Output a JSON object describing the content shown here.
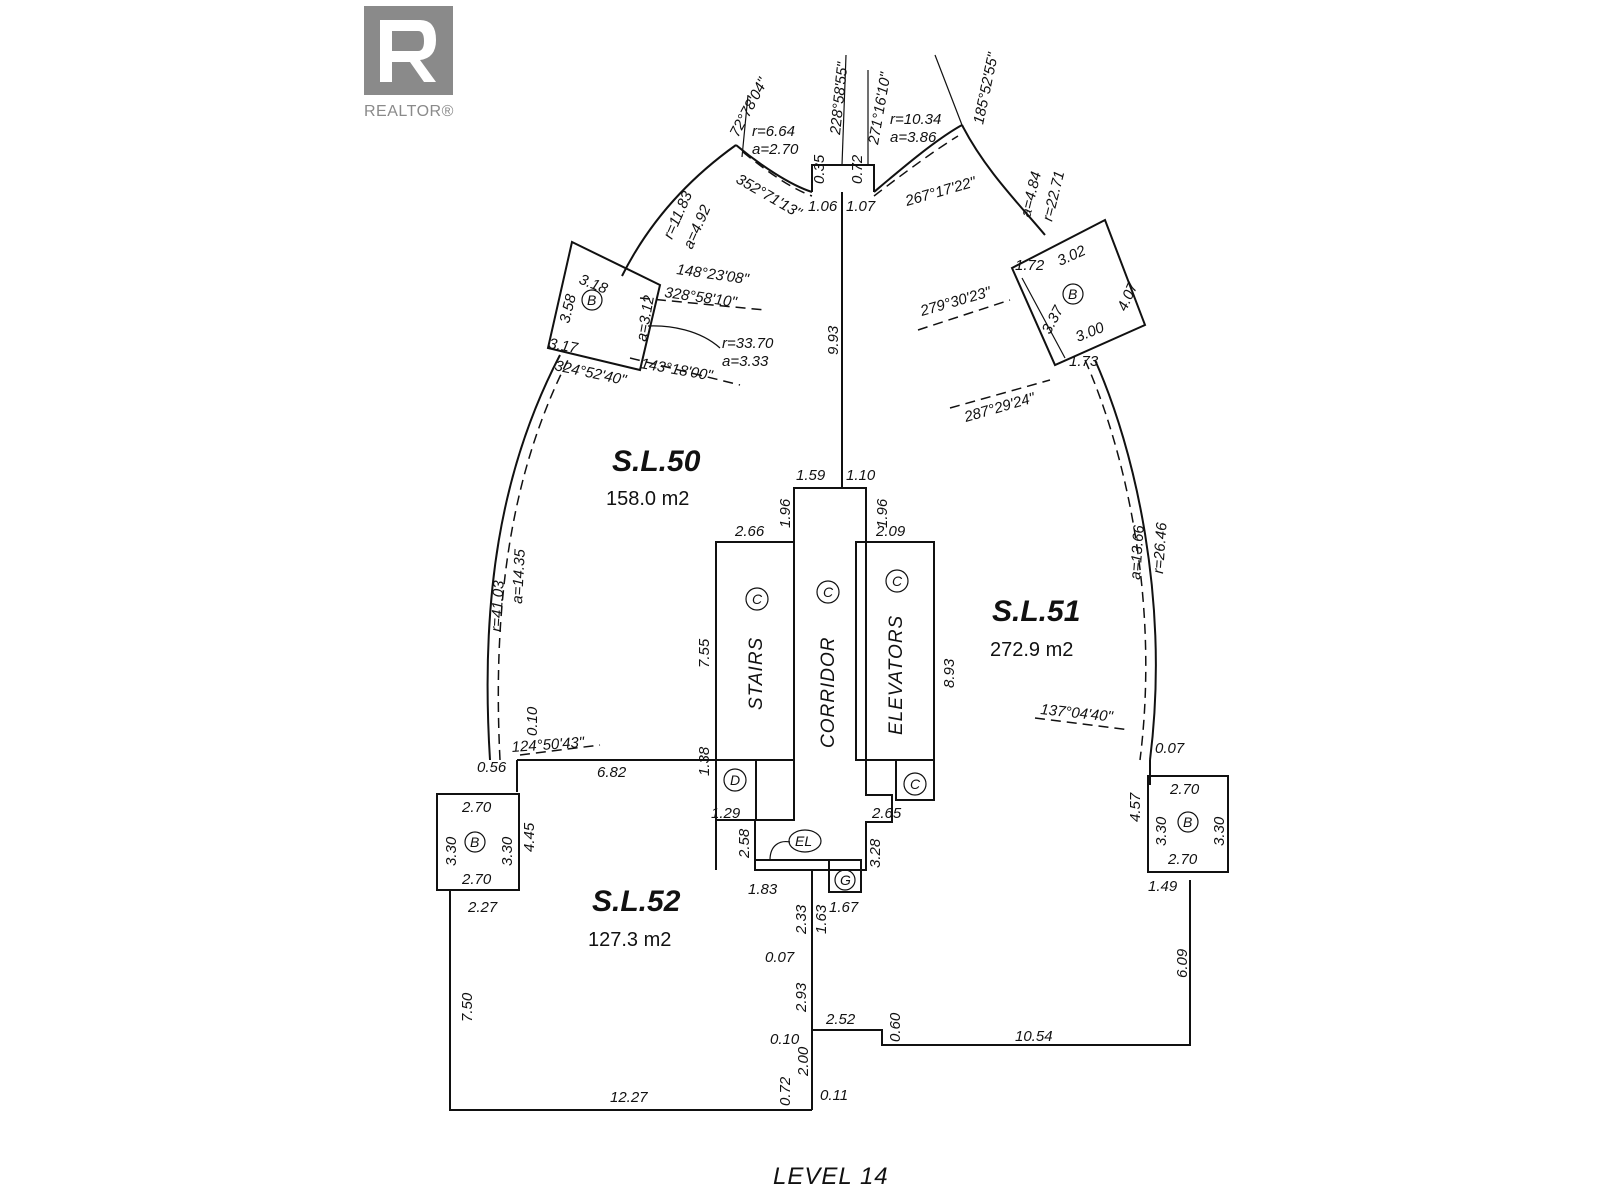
{
  "logo": {
    "label": "REALTOR®",
    "brand_color": "#8a8a8a"
  },
  "level_title": "LEVEL 14",
  "lots": [
    {
      "name": "S.L.50",
      "area": "158.0 m2"
    },
    {
      "name": "S.L.51",
      "area": "272.9 m2"
    },
    {
      "name": "S.L.52",
      "area": "127.3 m2"
    }
  ],
  "rooms": {
    "stairs": "STAIRS",
    "corridor": "CORRIDOR",
    "elevators": "ELEVATORS"
  },
  "markers": {
    "b": "B",
    "c": "C",
    "d": "D",
    "g": "G",
    "el": "EL"
  },
  "bearings": [
    "72°78'04\"",
    "228°58'55\"",
    "271°16'10\"",
    "185°52'55\"",
    "352°71'13\"",
    "267°17'22\"",
    "148°23'08\"",
    "328°58'10\"",
    "143°18'00\"",
    "324°52'40\"",
    "279°30'23\"",
    "287°29'24\"",
    "124°50'43\"",
    "137°04'40\""
  ],
  "curves": [
    "r=6.64",
    "a=2.70",
    "r=10.34",
    "a=3.86",
    "r=11.83",
    "a=4.92",
    "r=33.70",
    "a=3.33",
    "a=3.12",
    "r=22.71",
    "a=4.84",
    "r=41.03",
    "a=14.35",
    "a=13.66",
    "r=26.46"
  ],
  "dimensions": [
    "0.35",
    "0.72",
    "1.06",
    "1.07",
    "9.93",
    "3.18",
    "3.58",
    "3.17",
    "1.72",
    "3.02",
    "3.37",
    "4.07",
    "3.00",
    "1.73",
    "1.59",
    "1.10",
    "1.96",
    "1.96",
    "2.66",
    "2.09",
    "7.55",
    "8.93",
    "0.10",
    "0.56",
    "6.82",
    "1.38",
    "1.29",
    "2.65",
    "2.58",
    "3.28",
    "1.83",
    "1.67",
    "2.33",
    "1.63",
    "0.07",
    "2.93",
    "2.52",
    "0.60",
    "0.10",
    "2.00",
    "0.72",
    "0.11",
    "12.27",
    "7.50",
    "10.54",
    "6.09",
    "1.49",
    "0.07",
    "4.57",
    "2.70",
    "3.30",
    "3.30",
    "2.70",
    "2.27",
    "4.45",
    "3.30",
    "2.70",
    "3.30",
    "2.70"
  ]
}
